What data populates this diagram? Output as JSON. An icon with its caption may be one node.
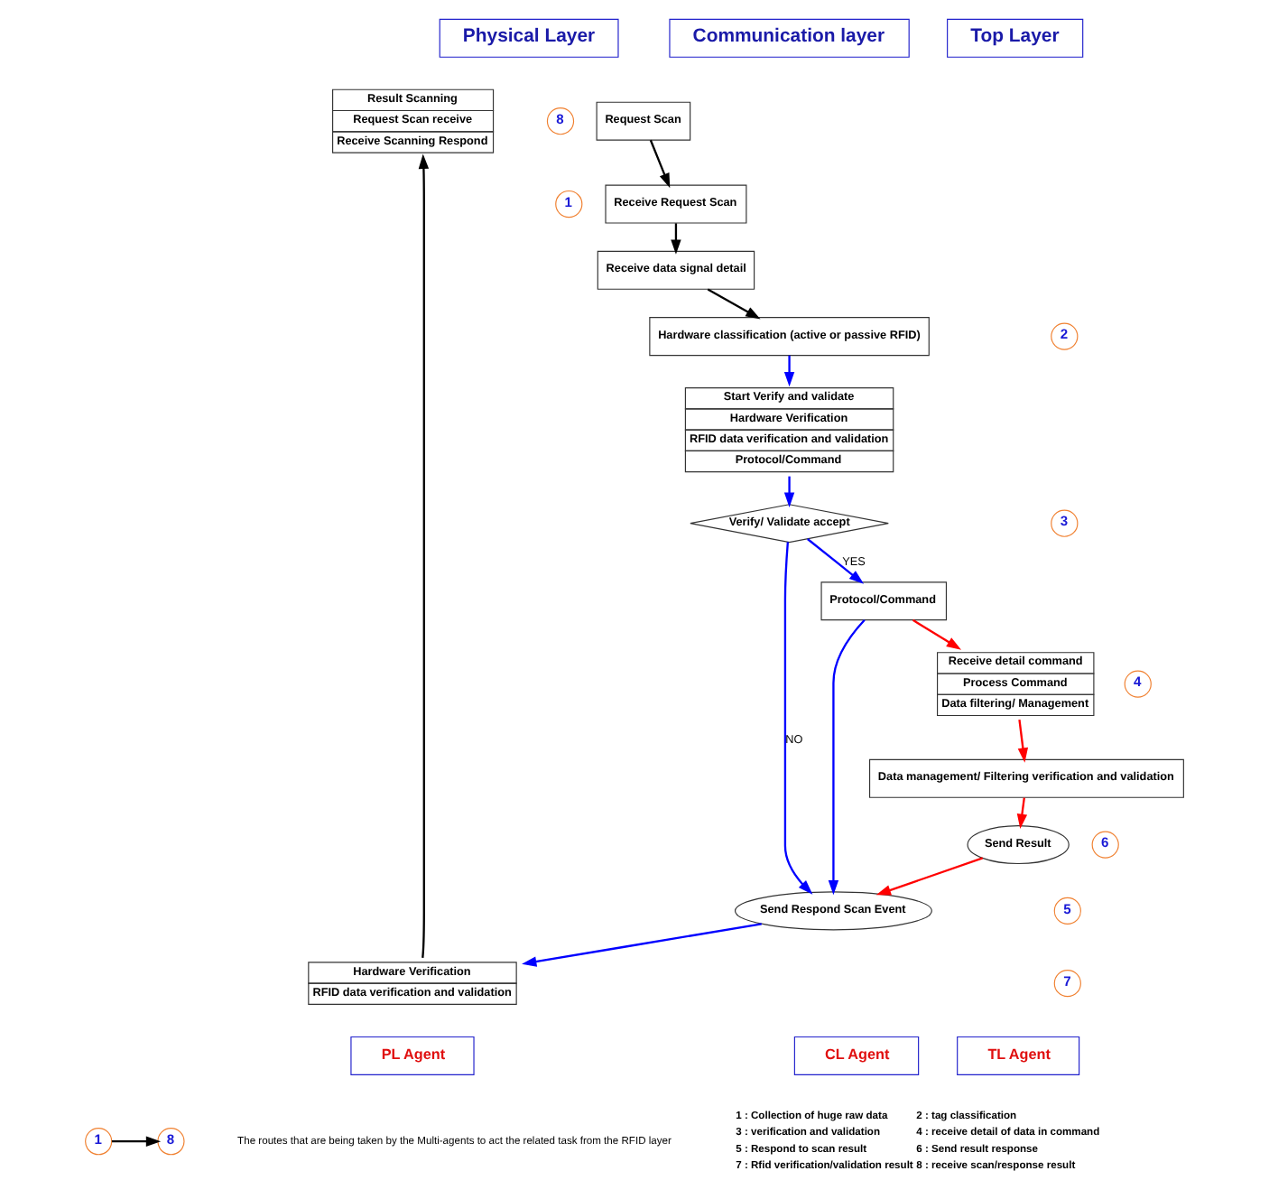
{
  "diagram": {
    "nodes": [
      {
        "text": [
          "Physical Layer"
        ]
      },
      {
        "text": [
          "Communication layer"
        ]
      },
      {
        "text": [
          "Top Layer"
        ]
      },
      {
        "text": [
          "Result Scanning",
          "Request Scan receive",
          "Receive Scanning Respond"
        ]
      },
      {
        "text": [
          "Request Scan"
        ]
      },
      {
        "text": [
          "1"
        ]
      },
      {
        "text": [
          "Receive Request Scan"
        ]
      },
      {
        "text": [
          "Receive data signal detail"
        ]
      },
      {
        "text": [
          "8"
        ]
      },
      {
        "text": [
          "Hardware classification (active or passive RFID)"
        ]
      },
      {
        "text": [
          "2"
        ]
      },
      {
        "text": [
          "Start Verify and validate",
          "Hardware Verification",
          "RFID data verification and validation",
          "Protocol/Command"
        ]
      },
      {
        "text": [
          "Verify/ Validate accept"
        ]
      },
      {
        "text": [
          "3"
        ]
      },
      {
        "text": [
          "Protocol/Command"
        ]
      },
      {
        "text": [
          "Send Respond Scan Event"
        ]
      },
      {
        "text": [
          "5"
        ]
      },
      {
        "text": [
          "Hardware Verification",
          "RFID data verification and validation"
        ]
      },
      {
        "text": [
          "7"
        ]
      },
      {
        "text": [
          "Receive detail command",
          "Process Command",
          "Data filtering/ Management"
        ]
      },
      {
        "text": [
          "4"
        ]
      },
      {
        "text": [
          "Data management/ Filtering verification and validation"
        ]
      },
      {
        "text": [
          "Send Result"
        ]
      },
      {
        "text": [
          "6"
        ]
      },
      {
        "text": [
          "PL Agent"
        ]
      },
      {
        "text": [
          "CL Agent"
        ]
      },
      {
        "text": [
          "TL Agent"
        ]
      },
      {
        "text": [
          "1"
        ]
      },
      {
        "text": [
          "8"
        ]
      }
    ],
    "edges": [
      {
        "from": 4,
        "to": 6,
        "arrow": "to",
        "color": "#000000"
      },
      {
        "from": 6,
        "to": 7,
        "arrow": "to",
        "color": "#000000"
      },
      {
        "from": 7,
        "to": 9,
        "arrow": "to",
        "color": "#000000"
      },
      {
        "from": 9,
        "to": 11,
        "arrow": "to",
        "color": "#0000ff"
      },
      {
        "from": 11,
        "to": 12,
        "arrow": "to",
        "color": "#0000ff"
      },
      {
        "from": 12,
        "to": 14,
        "arrow": "to",
        "label": "YES",
        "color": "#0000ff"
      },
      {
        "from": 12,
        "to": 15,
        "arrow": "to",
        "label": "NO",
        "color": "#0000ff"
      },
      {
        "from": 14,
        "to": 15,
        "arrow": "to",
        "color": "#0000ff"
      },
      {
        "from": 14,
        "to": 19,
        "arrow": "to",
        "color": "#ff0000"
      },
      {
        "from": 19,
        "to": 21,
        "arrow": "to",
        "color": "#ff0000"
      },
      {
        "from": 21,
        "to": 22,
        "arrow": "to",
        "color": "#ff0000"
      },
      {
        "from": 22,
        "to": 15,
        "arrow": "to",
        "color": "#ff0000"
      },
      {
        "from": 15,
        "to": 17,
        "arrow": "to",
        "color": "#0000ff"
      },
      {
        "from": 17,
        "to": 3,
        "arrow": "to",
        "color": "#000000"
      },
      {
        "from": 27,
        "to": 28,
        "arrow": "to",
        "color": "#000000"
      }
    ],
    "labels": [
      "The routes that are being taken by the Multi-agents to act the related task from the RFID layer",
      "1 : Collection of huge raw data",
      "2 : tag classification",
      "3 : verification and validation",
      "4 : receive detail of data in command",
      "5 : Respond to scan result",
      "6 : Send result response",
      "7 : Rfid verification/validation result",
      "8 : receive scan/response result"
    ]
  }
}
